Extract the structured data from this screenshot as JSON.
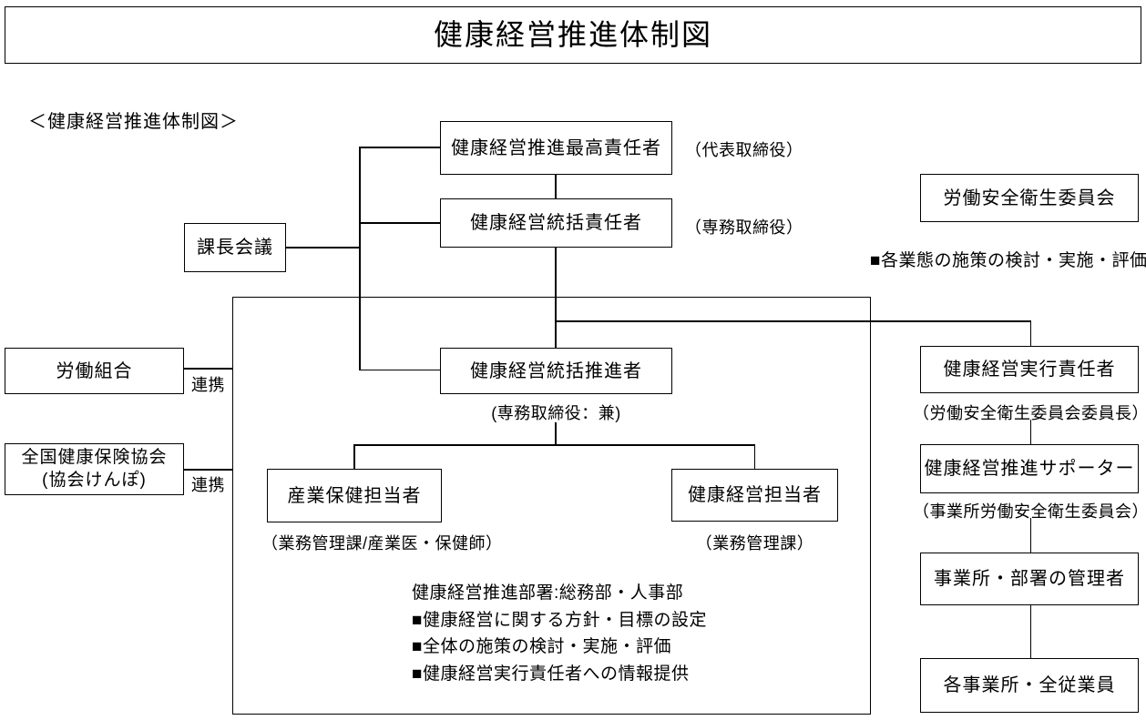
{
  "colors": {
    "background": "#ffffff",
    "line": "#000000",
    "text": "#000000"
  },
  "title": "健康経営推進体制図",
  "subtitle": "＜健康経営推進体制図＞",
  "nodes": {
    "supreme": {
      "label": "健康経営推進最高責任者",
      "side_note": "（代表取締役）"
    },
    "general": {
      "label": "健康経営統括責任者",
      "side_note": "（専務取締役）"
    },
    "kacho": {
      "label": "課長会議"
    },
    "safety_committee": {
      "label": "労働安全衛生委員会"
    },
    "promoter": {
      "label": "健康経営統括推進者",
      "sub_note": "(専務取締役：兼)"
    },
    "union": {
      "label": "労働組合",
      "link_label": "連携"
    },
    "kyokai": {
      "label_line1": "全国健康保険協会",
      "label_line2": "(協会けんぽ)",
      "link_label": "連携"
    },
    "occupational": {
      "label": "産業保健担当者",
      "sub_note": "（業務管理課/産業医・保健師）"
    },
    "health_staff": {
      "label": "健康経営担当者",
      "sub_note": "（業務管理課）"
    },
    "executive": {
      "label": "健康経営実行責任者",
      "sub_note": "（労働安全衛生委員会委員長）"
    },
    "supporter": {
      "label": "健康経営推進サポーター",
      "sub_note": "（事業所労働安全衛生委員会）"
    },
    "managers": {
      "label": "事業所・部署の管理者"
    },
    "employees": {
      "label": "各事業所・全従業員"
    }
  },
  "notes": {
    "safety_committee_note": "■各業態の施策の検討・実施・評価",
    "dept_line1": "健康経営推進部署:総務部・人事部",
    "dept_line2": "■健康経営に関する方針・目標の設定",
    "dept_line3": "■全体の施策の検討・実施・評価",
    "dept_line4": "■健康経営実行責任者への情報提供"
  }
}
